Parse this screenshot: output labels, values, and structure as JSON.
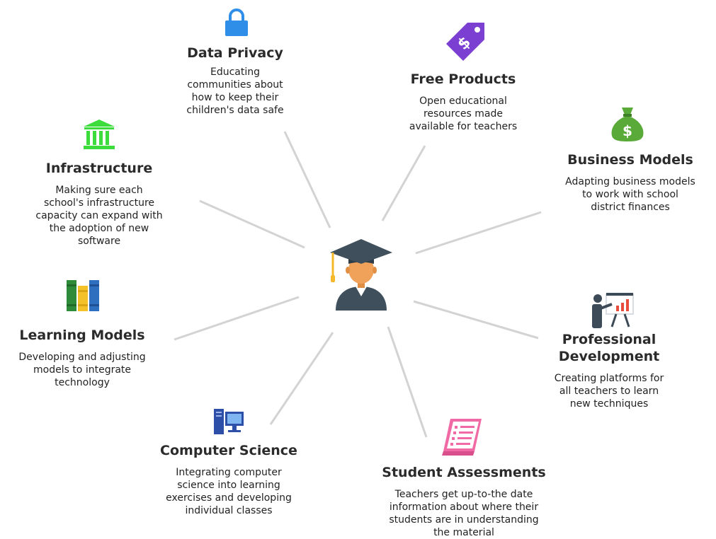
{
  "center": {
    "icon": "graduate-icon"
  },
  "spoke_color": "#d3d3d3",
  "nodes": [
    {
      "key": "data-privacy",
      "icon": "lock-icon",
      "title": "Data Privacy",
      "description": [
        "Educating",
        "communities about",
        "how to keep their",
        "children's data safe"
      ]
    },
    {
      "key": "free-products",
      "icon": "price-tag-icon",
      "title": "Free Products",
      "description": [
        "Open educational",
        "resources made",
        "available for teachers"
      ]
    },
    {
      "key": "business-models",
      "icon": "money-bag-icon",
      "title": "Business Models",
      "description": [
        "Adapting business models",
        "to work with school",
        "district finances"
      ]
    },
    {
      "key": "professional-development",
      "icon": "presentation-board-icon",
      "title": [
        "Professional",
        "Development"
      ],
      "description": [
        "Creating platforms for",
        "all teachers to learn",
        "new techniques"
      ]
    },
    {
      "key": "student-assessments",
      "icon": "test-paper-icon",
      "title": "Student Assessments",
      "description": [
        "Teachers get up-to-the date",
        "information about where their",
        "students are in understanding",
        "the material"
      ]
    },
    {
      "key": "computer-science",
      "icon": "desktop-computer-icon",
      "title": "Computer Science",
      "description": [
        "Integrating computer",
        "science into learning",
        "exercises and developing",
        "individual classes"
      ]
    },
    {
      "key": "learning-models",
      "icon": "books-icon",
      "title": "Learning Models",
      "description": [
        "Developing and adjusting",
        "models to integrate",
        "technology"
      ]
    },
    {
      "key": "infrastructure",
      "icon": "building-columns-icon",
      "title": "Infrastructure",
      "description": [
        "Making sure each",
        "school's infrastructure",
        "capacity can expand with",
        "the adoption of new",
        "software"
      ]
    }
  ],
  "colors": {
    "lock": "#2f8ee8",
    "tag": "#7b3fd1",
    "money": "#5aaa3a",
    "books_green": "#2e8b3a",
    "books_yellow": "#f3c22b",
    "books_blue": "#2f6fc0",
    "columns": "#3ddc3d",
    "computer": "#2d4fa8",
    "paper": "#f06aa5",
    "board": "#3d4a57",
    "cap": "#3f4f5c",
    "tassel": "#f5b92a",
    "skin": "#f0a25a"
  }
}
